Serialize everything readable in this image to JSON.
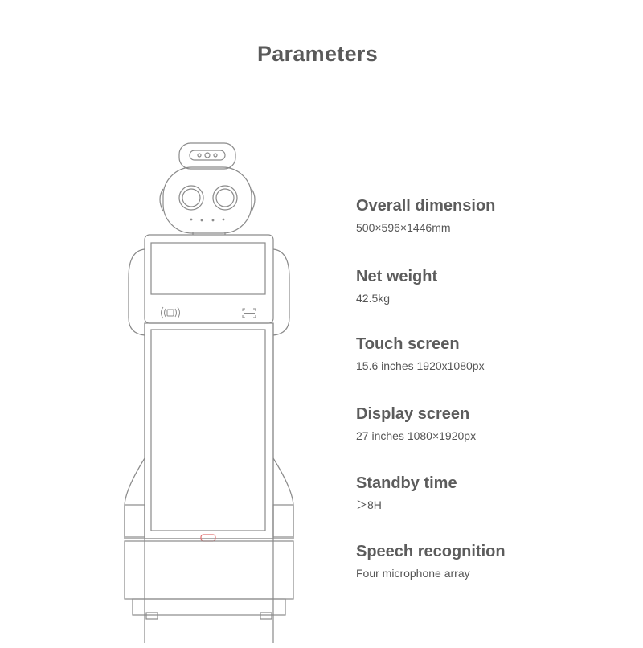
{
  "page": {
    "title": "Parameters"
  },
  "specs": [
    {
      "label": "Overall dimension",
      "value": "500×596×1446mm"
    },
    {
      "label": "Net weight",
      "value": "42.5kg"
    },
    {
      "label": "Touch screen",
      "value": "15.6 inches 1920x1080px"
    },
    {
      "label": "Display screen",
      "value": "27 inches 1080×1920px"
    },
    {
      "label": "Standby time",
      "value": "＞8H"
    },
    {
      "label": "Speech recognition",
      "value": "Four microphone array"
    }
  ],
  "colors": {
    "title": "#5a5a5a",
    "text": "#5c5c5c",
    "line": "#8a8a8a",
    "accent": "#e07070"
  },
  "icons": {
    "nfc": "nfc-icon",
    "scanner": "scanner-icon"
  }
}
